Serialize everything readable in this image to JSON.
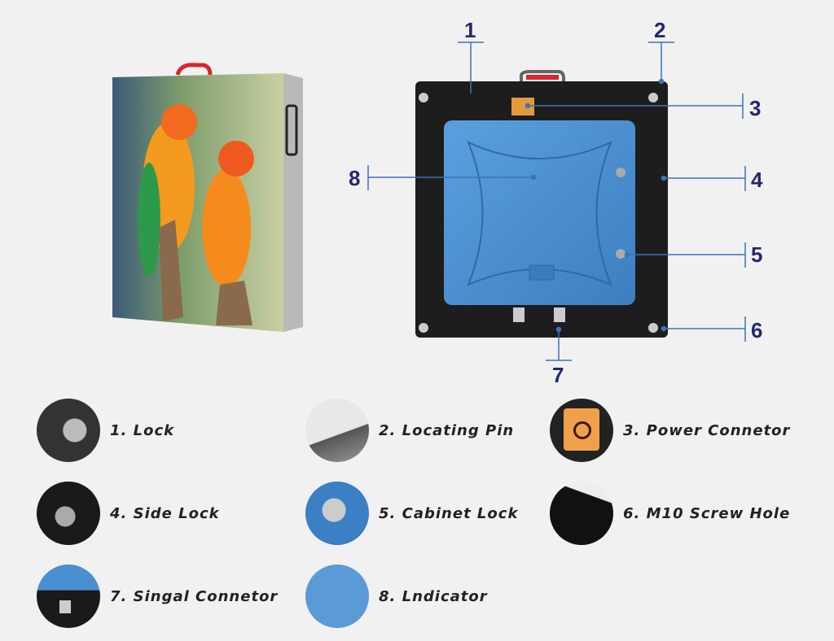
{
  "callouts": [
    "1",
    "2",
    "3",
    "4",
    "5",
    "6",
    "7",
    "8"
  ],
  "legend": [
    {
      "label": "1. Lock",
      "icon": "lock-thumbnail"
    },
    {
      "label": "2. Locating Pin",
      "icon": "locating-pin-thumbnail"
    },
    {
      "label": "3. Power Connetor",
      "icon": "power-connector-thumbnail"
    },
    {
      "label": "4. Side Lock",
      "icon": "side-lock-thumbnail"
    },
    {
      "label": "5. Cabinet Lock",
      "icon": "cabinet-lock-thumbnail"
    },
    {
      "label": "6. M10 Screw Hole",
      "icon": "screw-hole-thumbnail"
    },
    {
      "label": "7. Singal Connetor",
      "icon": "signal-connector-thumbnail"
    },
    {
      "label": "8. Lndicator",
      "icon": "indicator-thumbnail"
    }
  ],
  "colors": {
    "callout_line": "#3d72b8",
    "number": "#25286b",
    "cover": "#4a8fd0",
    "frame": "#1d1d1d",
    "handle": "#d8262c"
  }
}
